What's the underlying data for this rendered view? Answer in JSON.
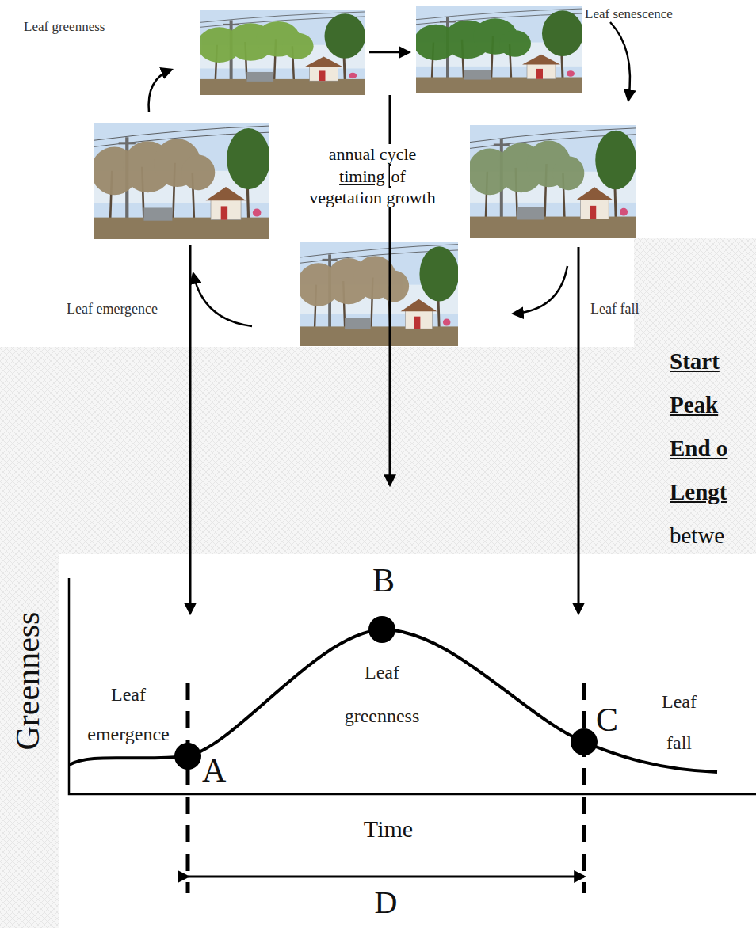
{
  "diagram": {
    "labels": [
      "Leaf greenness",
      "Leaf senescence",
      "annual cycle",
      "timing",
      "of",
      "vegetation growth",
      "Leaf emergence",
      "Leaf fall",
      "Start",
      "Peak",
      "End o",
      "Lengt",
      "betwe",
      "Greenness",
      "B",
      "Leaf greenness",
      "Leaf emergence",
      "A",
      "C",
      "Leaf fall",
      "Time",
      "D"
    ]
  }
}
